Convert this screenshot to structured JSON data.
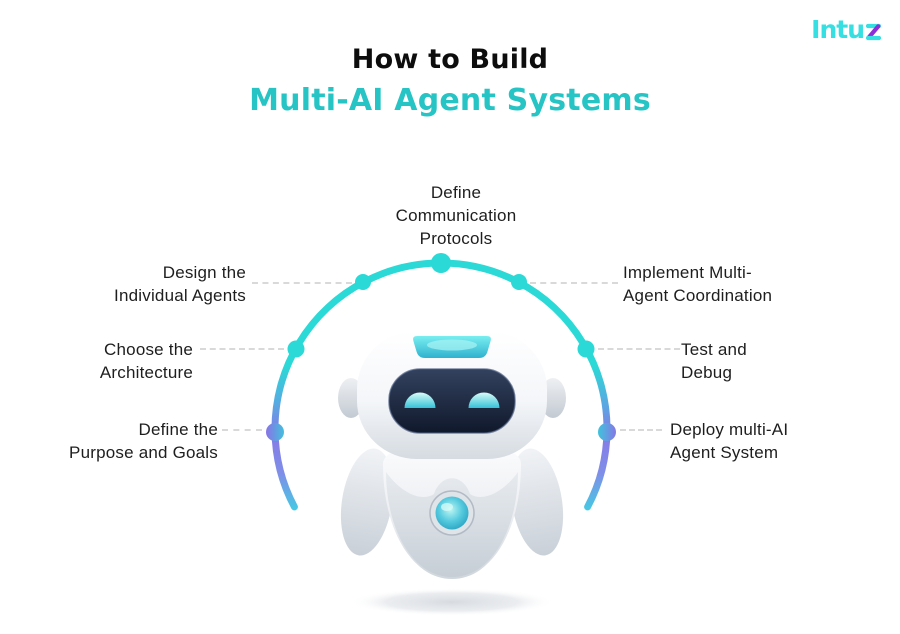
{
  "logo": {
    "brand": "Intuz",
    "text_prefix": "Intu",
    "last_letter": "z"
  },
  "title": {
    "line1": "How to Build",
    "line2": "Multi-AI Agent Systems"
  },
  "colors": {
    "title_accent": "#27c4c5",
    "arc_teal": "#2bd9d6",
    "arc_purple": "#8679e6",
    "arc_tail_cyan": "#49c6e3",
    "logo_cyan": "#35dfe2",
    "logo_purple": "#8c2fd9",
    "connector_gray": "#d9d9d9",
    "label_text": "#1e1e1e"
  },
  "steps": [
    {
      "name": "define-communication-protocols",
      "lines": [
        "Define",
        "Communication",
        "Protocols"
      ]
    },
    {
      "name": "design-individual-agents",
      "lines": [
        "Design the",
        "Individual Agents"
      ]
    },
    {
      "name": "implement-multi-agent-coordination",
      "lines": [
        "Implement Multi-",
        "Agent Coordination"
      ]
    },
    {
      "name": "choose-architecture",
      "lines": [
        "Choose the",
        "Architecture"
      ]
    },
    {
      "name": "test-and-debug",
      "lines": [
        "Test and",
        "Debug"
      ]
    },
    {
      "name": "define-purpose-and-goals",
      "lines": [
        "Define the",
        "Purpose and Goals"
      ]
    },
    {
      "name": "deploy-multi-ai-agent-system",
      "lines": [
        "Deploy multi-AI",
        "Agent System"
      ]
    }
  ]
}
